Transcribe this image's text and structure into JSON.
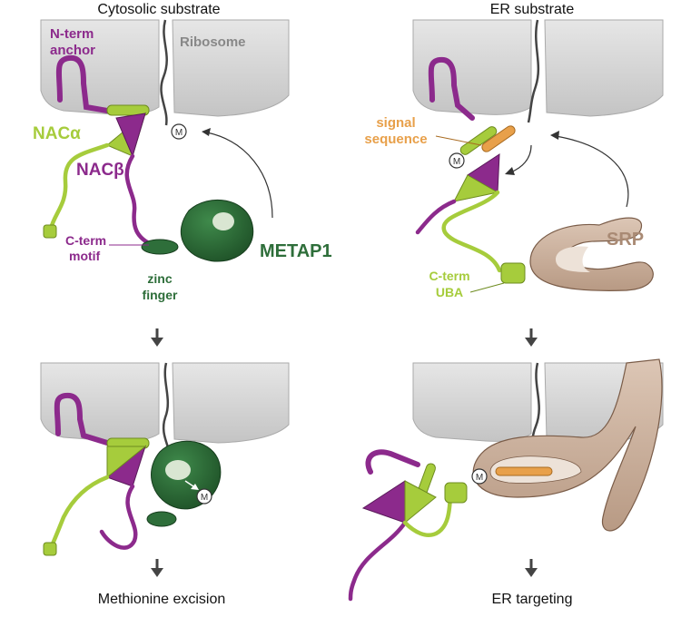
{
  "panels": {
    "cytosolic_title": "Cytosolic substrate",
    "er_title": "ER substrate"
  },
  "labels": {
    "ribosome": "Ribosome",
    "n_term_anchor_1": "N-term",
    "n_term_anchor_2": "anchor",
    "nac_alpha": "NACα",
    "nac_beta": "NACβ",
    "c_term_motif_1": "C-term",
    "c_term_motif_2": "motif",
    "zinc_finger_1": "zinc",
    "zinc_finger_2": "finger",
    "metap1": "METAP1",
    "signal_sequence_1": "signal",
    "signal_sequence_2": "sequence",
    "c_term_uba_1": "C-term",
    "c_term_uba_2": "UBA",
    "srp": "SRP",
    "methionine": "M"
  },
  "outcomes": {
    "left": "Methionine excision",
    "right": "ER targeting"
  },
  "colors": {
    "ribosome": "#d2d2d2",
    "nac_alpha": "#a6cc3c",
    "nac_beta": "#8c2a8c",
    "metap1": "#2e6e3a",
    "srp": "#c8ad9a",
    "signal": "#e8a04a"
  }
}
